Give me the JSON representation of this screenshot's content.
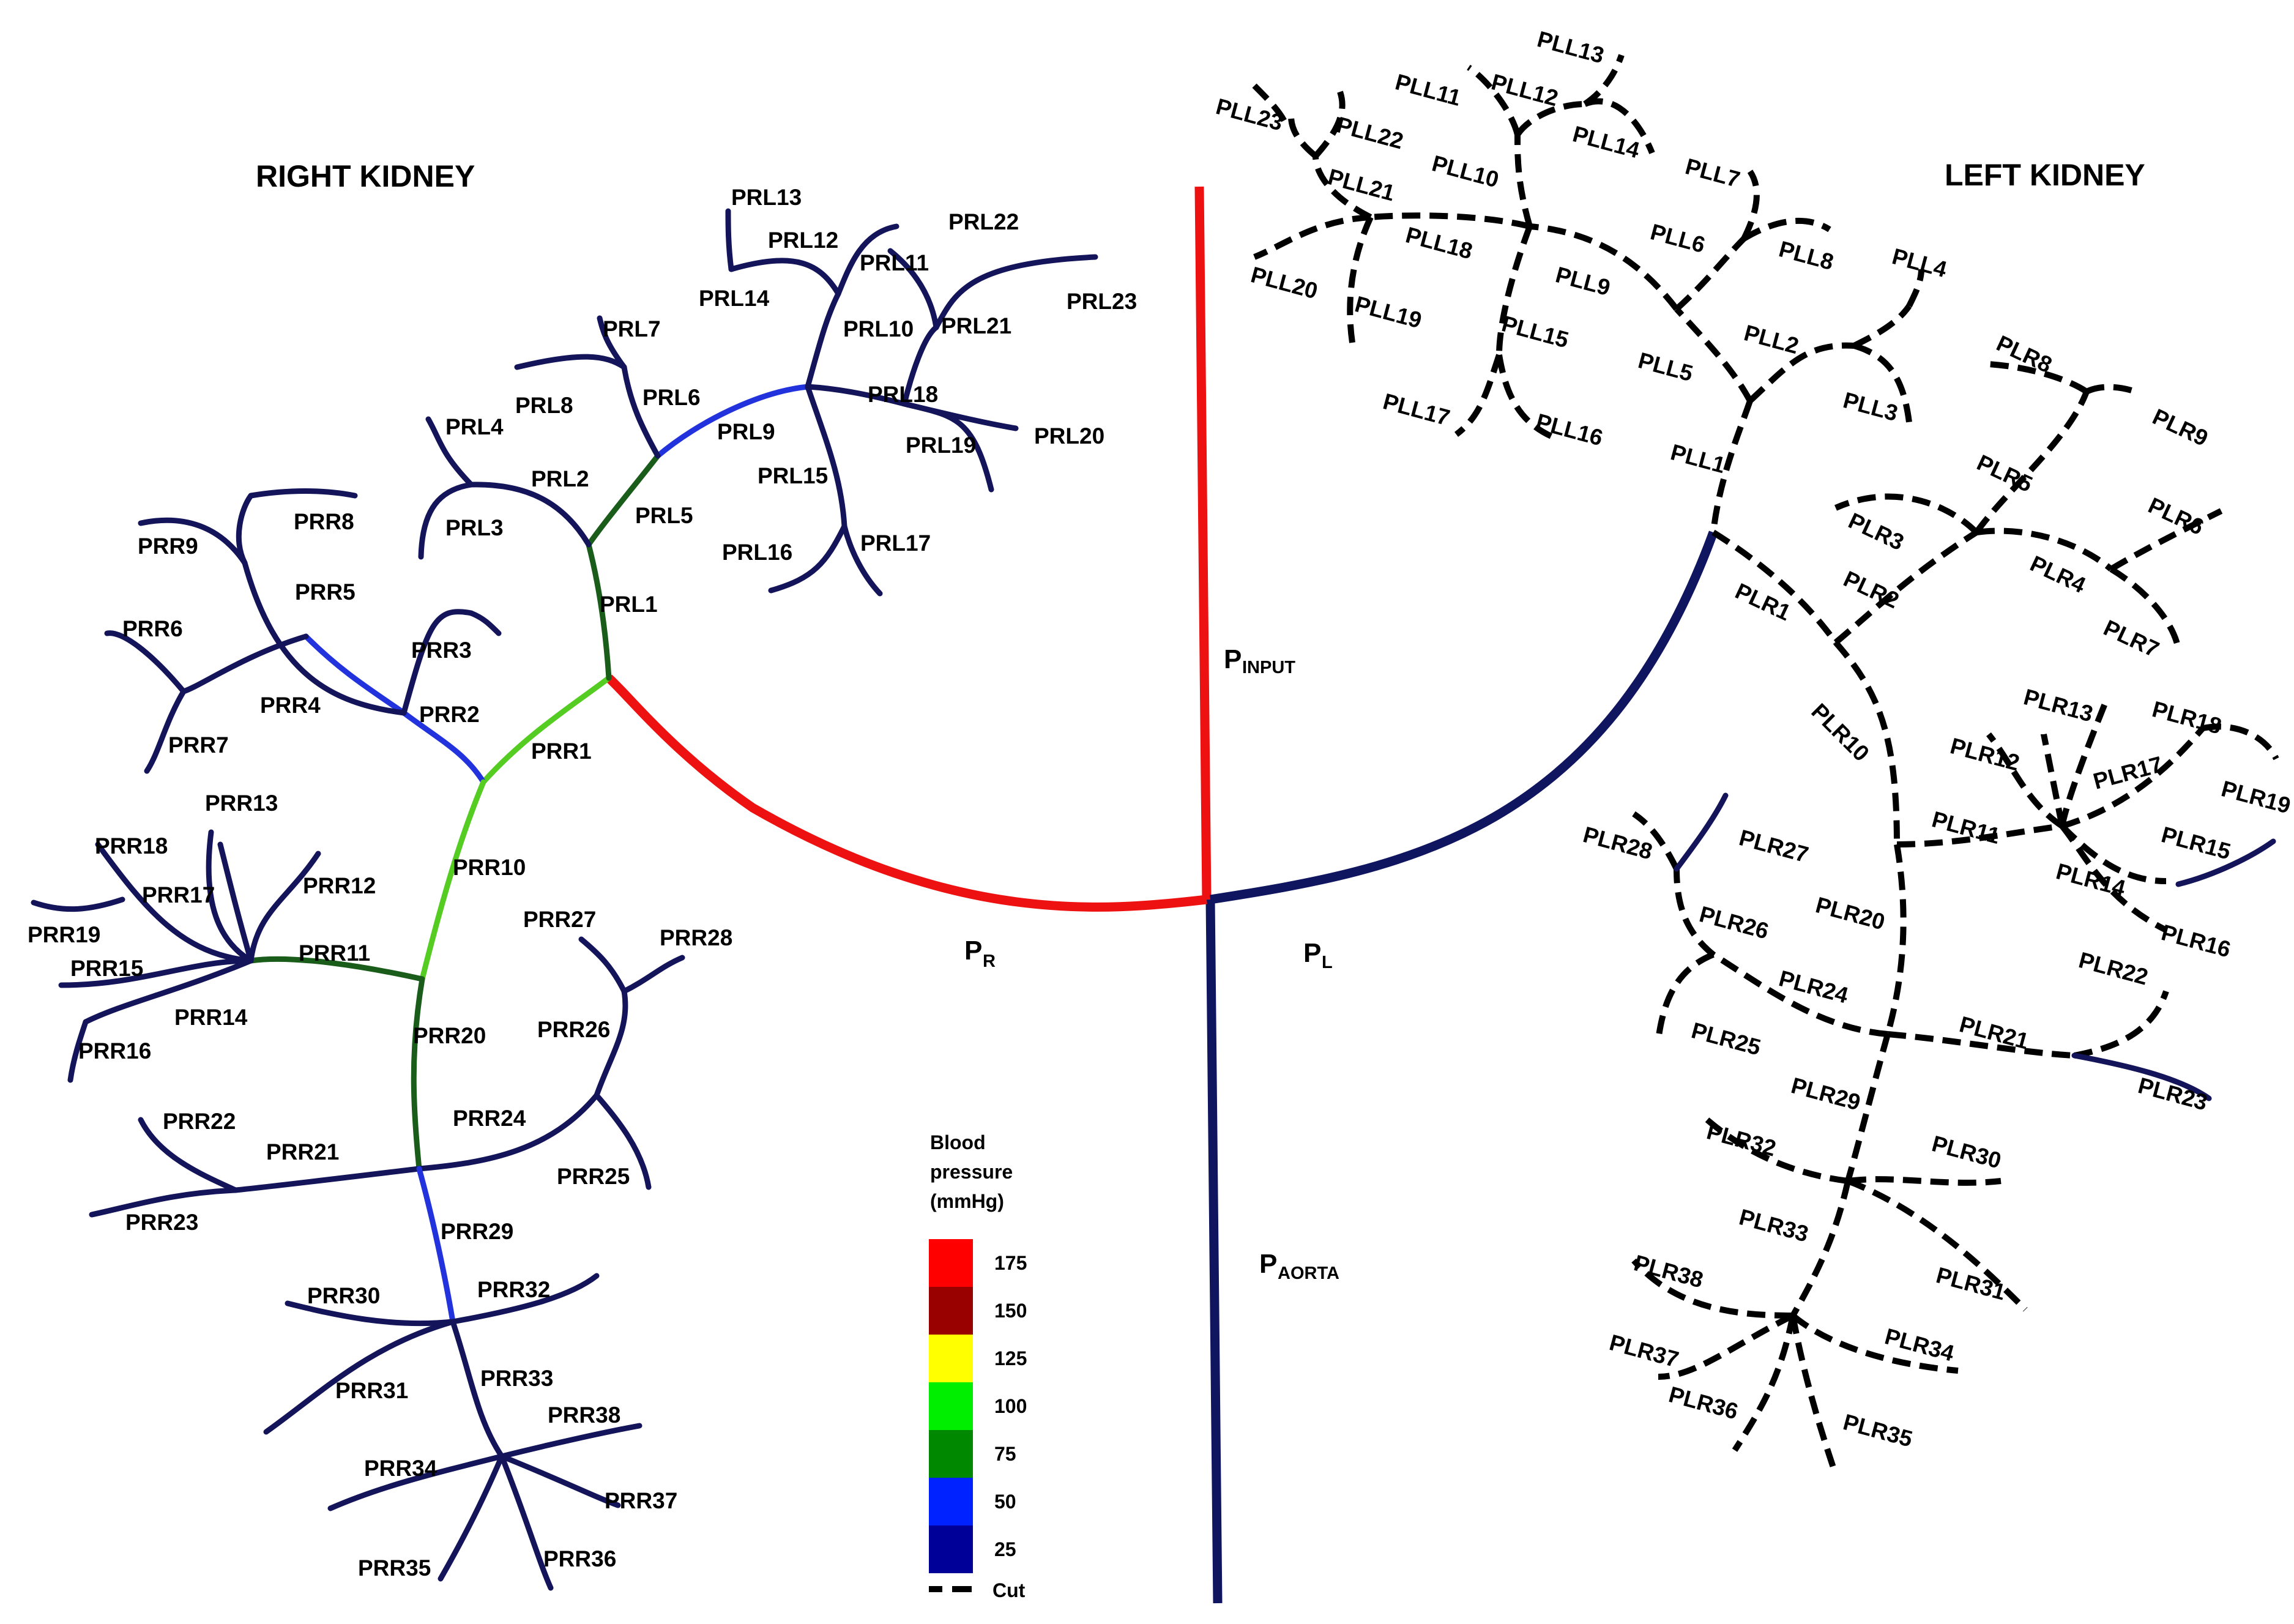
{
  "headings": {
    "right": "RIGHT KIDNEY",
    "left": "LEFT KIDNEY"
  },
  "pressure_nodes": {
    "input": {
      "main": "P",
      "sub": "INPUT"
    },
    "aorta": {
      "main": "P",
      "sub": "AORTA"
    },
    "right": {
      "main": "P",
      "sub": "R"
    },
    "left": {
      "main": "P",
      "sub": "L"
    }
  },
  "legend": {
    "title": [
      "Blood",
      "pressure",
      "(mmHg)"
    ],
    "entries": [
      {
        "value": "175",
        "color": "#ff0000"
      },
      {
        "value": "150",
        "color": "#990000"
      },
      {
        "value": "125",
        "color": "#ffff00"
      },
      {
        "value": "100",
        "color": "#00ee00"
      },
      {
        "value": "75",
        "color": "#008800"
      },
      {
        "value": "50",
        "color": "#0022ff"
      },
      {
        "value": "25",
        "color": "#000099"
      }
    ],
    "cut_label": "Cut"
  },
  "colors": {
    "red": "#ee1111",
    "lightgreen": "#55cc22",
    "darkgreen": "#1a5c1a",
    "blue": "#2233dd",
    "navy": "#14145a",
    "trunk_navy": "#101560",
    "cut": "#000000"
  },
  "right_labels": [
    "PRR1",
    "PRR2",
    "PRR3",
    "PRR4",
    "PRR5",
    "PRR6",
    "PRR7",
    "PRR8",
    "PRR9",
    "PRR10",
    "PRR11",
    "PRR12",
    "PRR13",
    "PRR14",
    "PRR15",
    "PRR16",
    "PRR17",
    "PRR18",
    "PRR19",
    "PRR20",
    "PRR21",
    "PRR22",
    "PRR23",
    "PRR24",
    "PRR25",
    "PRR26",
    "PRR27",
    "PRR28",
    "PRR29",
    "PRR30",
    "PRR31",
    "PRR32",
    "PRR33",
    "PRR34",
    "PRR35",
    "PRR36",
    "PRR37",
    "PRR38",
    "PRL1",
    "PRL2",
    "PRL3",
    "PRL4",
    "PRL5",
    "PRL6",
    "PRL7",
    "PRL8",
    "PRL9",
    "PRL10",
    "PRL11",
    "PRL12",
    "PRL13",
    "PRL14",
    "PRL15",
    "PRL16",
    "PRL17",
    "PRL18",
    "PRL19",
    "PRL20",
    "PRL21",
    "PRL22",
    "PRL23"
  ],
  "left_labels": [
    "PLL1",
    "PLL2",
    "PLL3",
    "PLL4",
    "PLL5",
    "PLL6",
    "PLL7",
    "PLL8",
    "PLL9",
    "PLL10",
    "PLL11",
    "PLL12",
    "PLL13",
    "PLL14",
    "PLL15",
    "PLL16",
    "PLL17",
    "PLL18",
    "PLL19",
    "PLL20",
    "PLL21",
    "PLL22",
    "PLL23",
    "PLR1",
    "PLR2",
    "PLR3",
    "PLR4",
    "PLR5",
    "PLR6",
    "PLR7",
    "PLR8",
    "PLR9",
    "PLR10",
    "PLR11",
    "PLR12",
    "PLR13",
    "PLR14",
    "PLR15",
    "PLR16",
    "PLR17",
    "PLR18",
    "PLR19",
    "PLR20",
    "PLR21",
    "PLR22",
    "PLR23",
    "PLR24",
    "PLR25",
    "PLR26",
    "PLR27",
    "PLR28",
    "PLR29",
    "PLR30",
    "PLR31",
    "PLR32",
    "PLR33",
    "PLR34",
    "PLR35",
    "PLR36",
    "PLR37",
    "PLR38"
  ]
}
